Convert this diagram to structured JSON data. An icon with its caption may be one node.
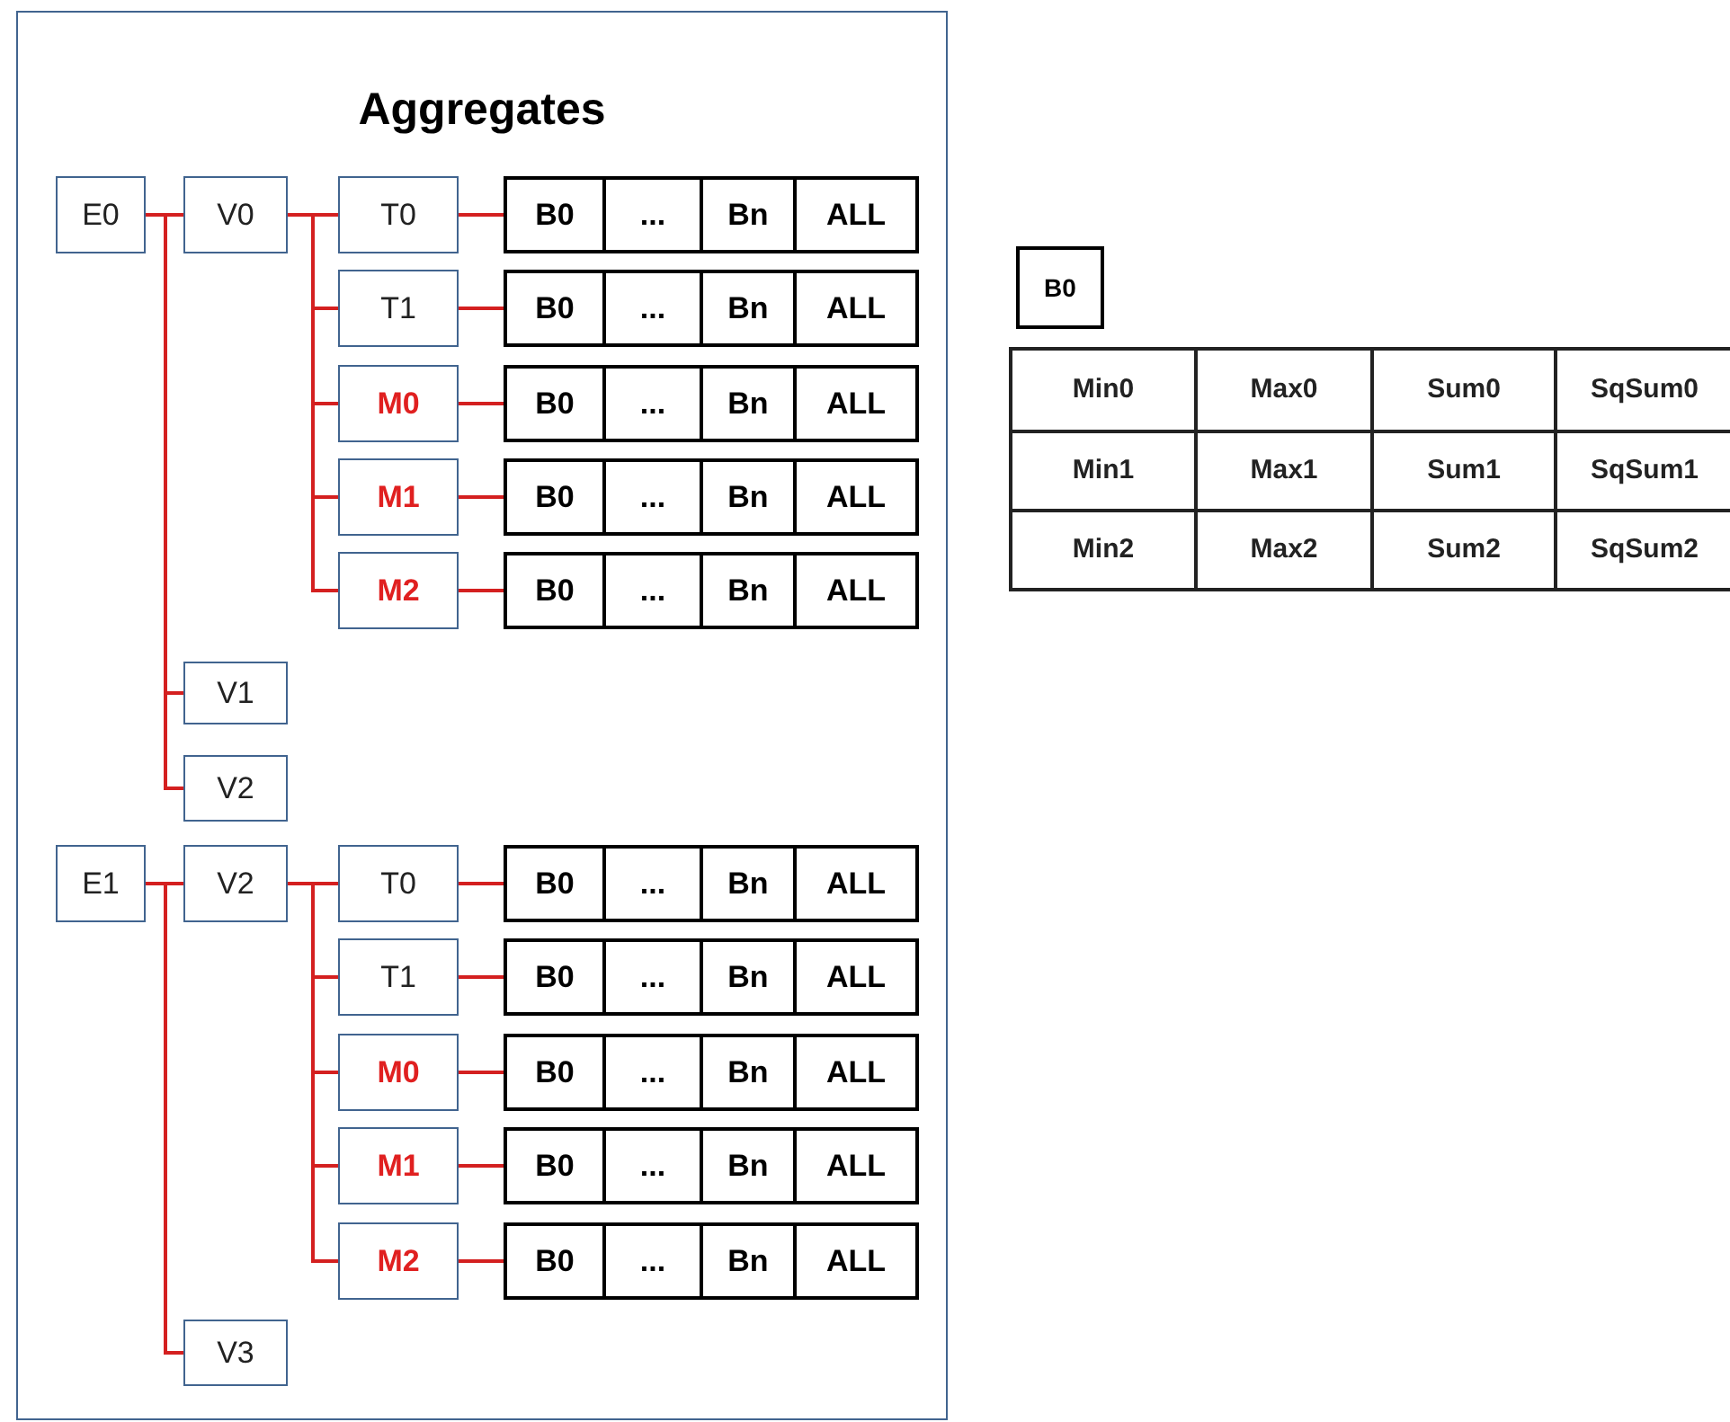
{
  "diagram": {
    "nodes": [
      {
        "text": [
          "Aggregates"
        ]
      },
      {
        "text": [
          "E0"
        ],
        "in": 0
      },
      {
        "text": [
          "V0"
        ],
        "in": 0
      },
      {
        "text": [
          "T0"
        ],
        "in": 0
      },
      {
        "text": [
          "B0",
          "...",
          "Bn",
          "ALL"
        ],
        "in": 0
      },
      {
        "text": [
          "T1"
        ],
        "in": 0
      },
      {
        "text": [
          "B0",
          "...",
          "Bn",
          "ALL"
        ],
        "in": 0
      },
      {
        "text": [
          "M0"
        ],
        "in": 0
      },
      {
        "text": [
          "B0",
          "...",
          "Bn",
          "ALL"
        ],
        "in": 0
      },
      {
        "text": [
          "M1"
        ],
        "in": 0
      },
      {
        "text": [
          "B0",
          "...",
          "Bn",
          "ALL"
        ],
        "in": 0
      },
      {
        "text": [
          "M2"
        ],
        "in": 0
      },
      {
        "text": [
          "B0",
          "...",
          "Bn",
          "ALL"
        ],
        "in": 0
      },
      {
        "text": [
          "V1"
        ],
        "in": 0
      },
      {
        "text": [
          "V2"
        ],
        "in": 0
      },
      {
        "text": [
          "E1"
        ],
        "in": 0
      },
      {
        "text": [
          "V2"
        ],
        "in": 0
      },
      {
        "text": [
          "T0"
        ],
        "in": 0
      },
      {
        "text": [
          "B0",
          "...",
          "Bn",
          "ALL"
        ],
        "in": 0
      },
      {
        "text": [
          "T1"
        ],
        "in": 0
      },
      {
        "text": [
          "B0",
          "...",
          "Bn",
          "ALL"
        ],
        "in": 0
      },
      {
        "text": [
          "M0"
        ],
        "in": 0
      },
      {
        "text": [
          "B0",
          "...",
          "Bn",
          "ALL"
        ],
        "in": 0
      },
      {
        "text": [
          "M1"
        ],
        "in": 0
      },
      {
        "text": [
          "B0",
          "...",
          "Bn",
          "ALL"
        ],
        "in": 0
      },
      {
        "text": [
          "M2"
        ],
        "in": 0
      },
      {
        "text": [
          "B0",
          "...",
          "Bn",
          "ALL"
        ],
        "in": 0
      },
      {
        "text": [
          "V3"
        ],
        "in": 0
      },
      {
        "text": [
          "B0"
        ]
      }
    ],
    "edges": [
      {
        "from": 1,
        "to": 2,
        "arrow": "none"
      },
      {
        "from": 1,
        "to": 13,
        "arrow": "none"
      },
      {
        "from": 1,
        "to": 14,
        "arrow": "none"
      },
      {
        "from": 2,
        "to": 3,
        "arrow": "none"
      },
      {
        "from": 2,
        "to": 5,
        "arrow": "none"
      },
      {
        "from": 2,
        "to": 7,
        "arrow": "none"
      },
      {
        "from": 2,
        "to": 9,
        "arrow": "none"
      },
      {
        "from": 2,
        "to": 11,
        "arrow": "none"
      },
      {
        "from": 3,
        "to": 4,
        "arrow": "none"
      },
      {
        "from": 5,
        "to": 6,
        "arrow": "none"
      },
      {
        "from": 7,
        "to": 8,
        "arrow": "none"
      },
      {
        "from": 9,
        "to": 10,
        "arrow": "none"
      },
      {
        "from": 11,
        "to": 12,
        "arrow": "none"
      },
      {
        "from": 15,
        "to": 16,
        "arrow": "none"
      },
      {
        "from": 15,
        "to": 27,
        "arrow": "none"
      },
      {
        "from": 16,
        "to": 17,
        "arrow": "none"
      },
      {
        "from": 16,
        "to": 19,
        "arrow": "none"
      },
      {
        "from": 16,
        "to": 21,
        "arrow": "none"
      },
      {
        "from": 16,
        "to": 23,
        "arrow": "none"
      },
      {
        "from": 16,
        "to": 25,
        "arrow": "none"
      },
      {
        "from": 17,
        "to": 18,
        "arrow": "none"
      },
      {
        "from": 19,
        "to": 20,
        "arrow": "none"
      },
      {
        "from": 21,
        "to": 22,
        "arrow": "none"
      },
      {
        "from": 23,
        "to": 24,
        "arrow": "none"
      },
      {
        "from": 25,
        "to": 26,
        "arrow": "none"
      }
    ],
    "labels": [
      "Min0",
      "Max0",
      "Sum0",
      "SqSum0",
      "Min1",
      "Max1",
      "Sum1",
      "SqSum1",
      "Min2",
      "Max2",
      "Sum2",
      "SqSum2"
    ]
  }
}
